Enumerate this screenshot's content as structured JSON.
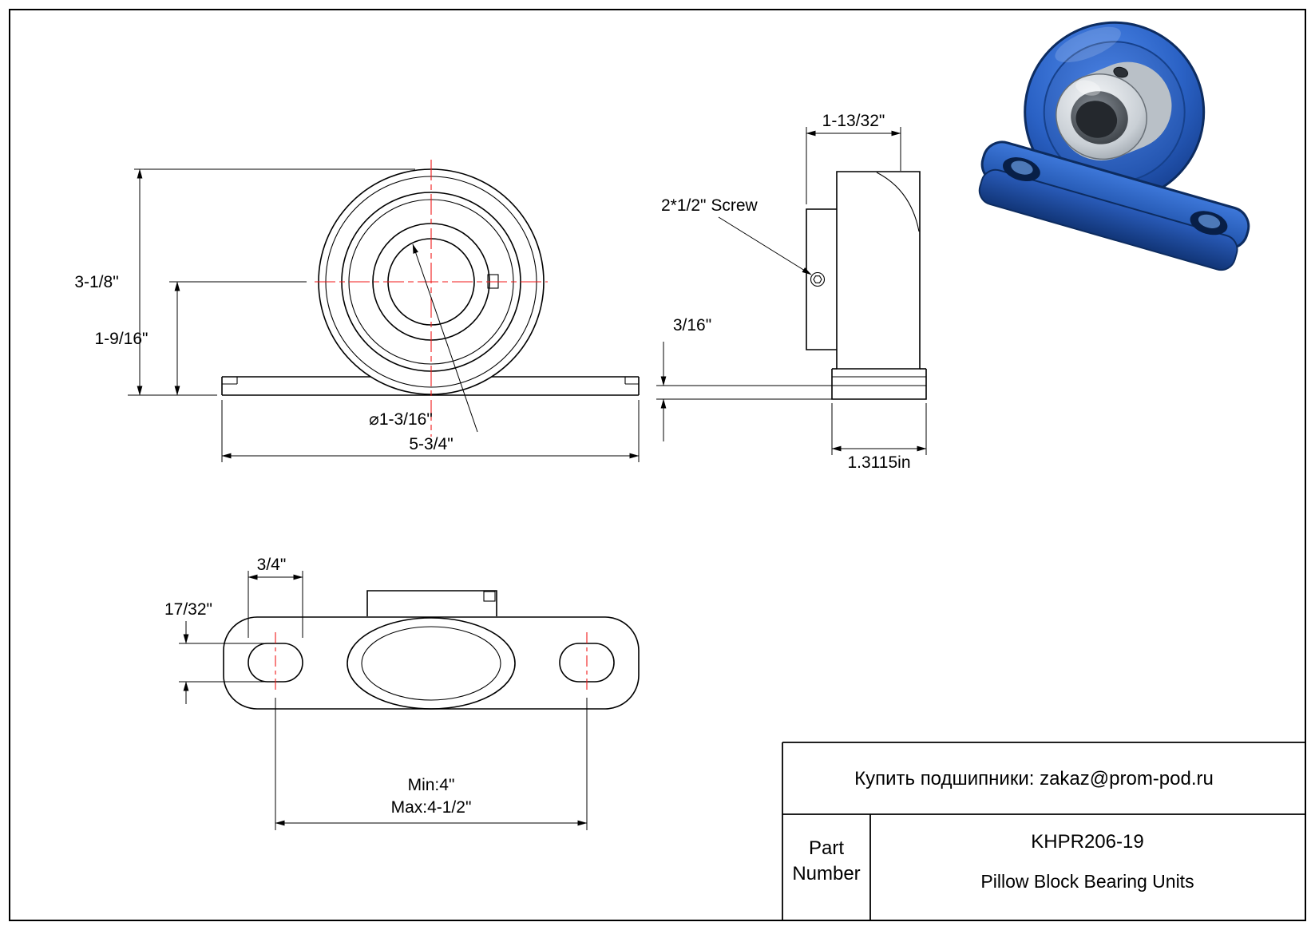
{
  "front_view": {
    "dim_total_height": "3-1/8\"",
    "dim_center_height": "1-9/16\"",
    "dim_base_width": "5-3/4\"",
    "dim_bore_diameter": "⌀1-3/16\""
  },
  "side_view": {
    "dim_top_width": "1-13/32\"",
    "screw_label": "2*1/2\" Screw",
    "dim_flange_thickness": "3/16\"",
    "dim_base_depth": "1.3115in"
  },
  "top_view": {
    "dim_slot_width": "3/4\"",
    "dim_slot_length": "17/32\"",
    "dim_bolt_spacing_min": "Min:4\"",
    "dim_bolt_spacing_max": "Max:4-1/2\""
  },
  "title_block": {
    "contact": "Купить подшипники: zakaz@prom-pod.ru",
    "part_label_line1": "Part",
    "part_label_line2": "Number",
    "part_number": "KHPR206-19",
    "part_description": "Pillow Block Bearing Units"
  },
  "colors": {
    "object_line": "#000000",
    "centerline_red": "#f01818",
    "render_blue": "#2a61c4"
  }
}
